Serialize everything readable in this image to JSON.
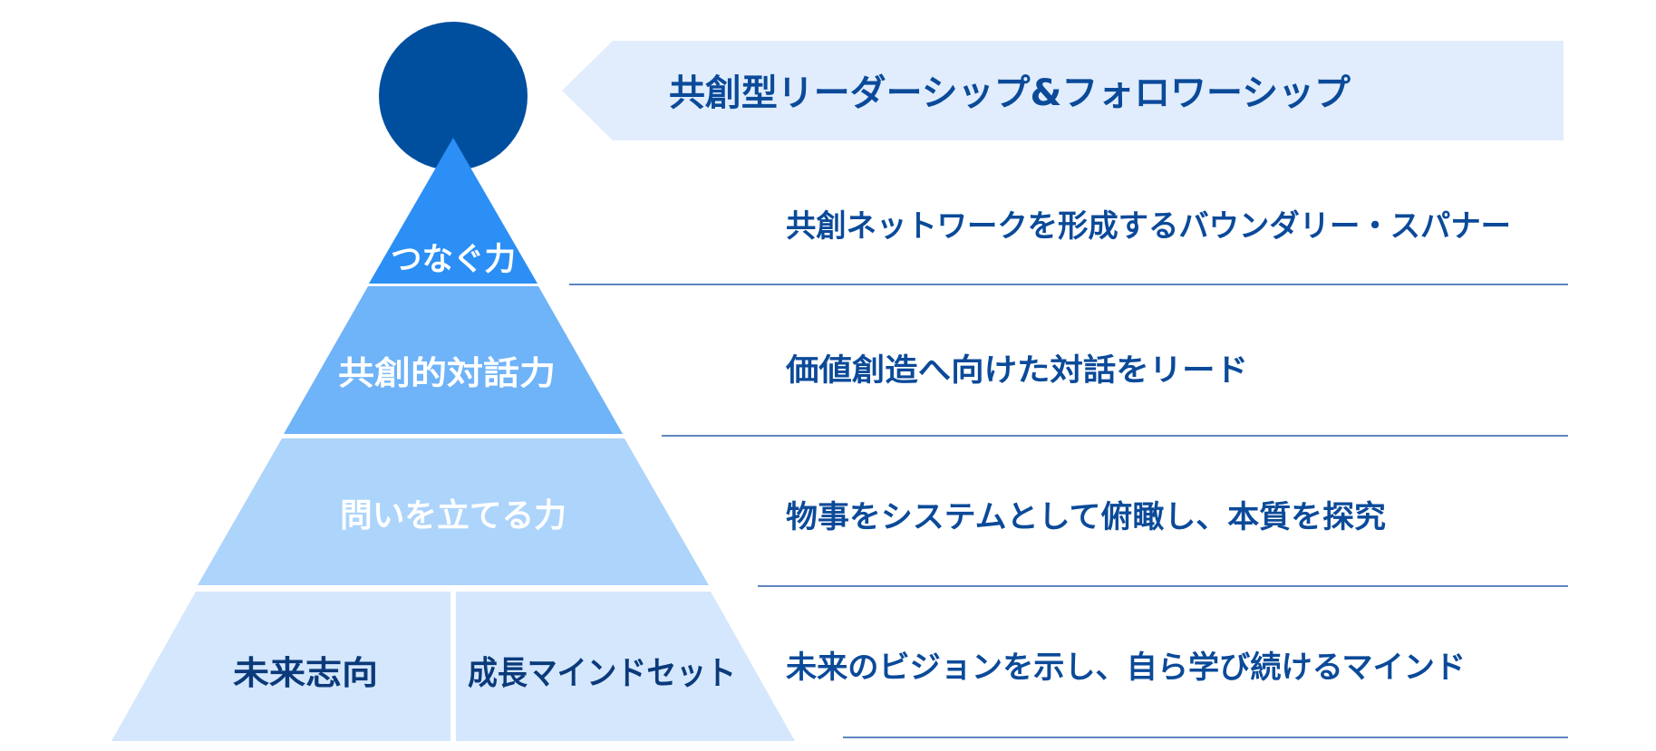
{
  "header": {
    "title": "共創型リーダーシップ&フォロワーシップ"
  },
  "pyramid": {
    "tier1_label": "つなぐ力",
    "tier2_label": "共創的対話力",
    "tier3_label": "問いを立てる力",
    "base_left_label": "未来志向",
    "base_right_label": "成長マインドセット"
  },
  "descriptions": {
    "row1": "共創ネットワークを形成するバウンダリー・スパナー",
    "row2": "価値創造へ向けた対話をリード",
    "row3": "物事をシステムとして俯瞰し、本質を探究",
    "row4": "未来のビジョンを示し、自ら学び続けるマインド"
  },
  "colors": {
    "head_circle": "#004f9f",
    "tier1": "#2b8ff5",
    "tier2": "#6fb3f8",
    "tier3": "#add4fb",
    "base": "#d4e7fc",
    "banner": "#e1edfd",
    "text_dark": "#0b4a99",
    "text_white": "#ffffff",
    "divider": "#2a5da8"
  }
}
